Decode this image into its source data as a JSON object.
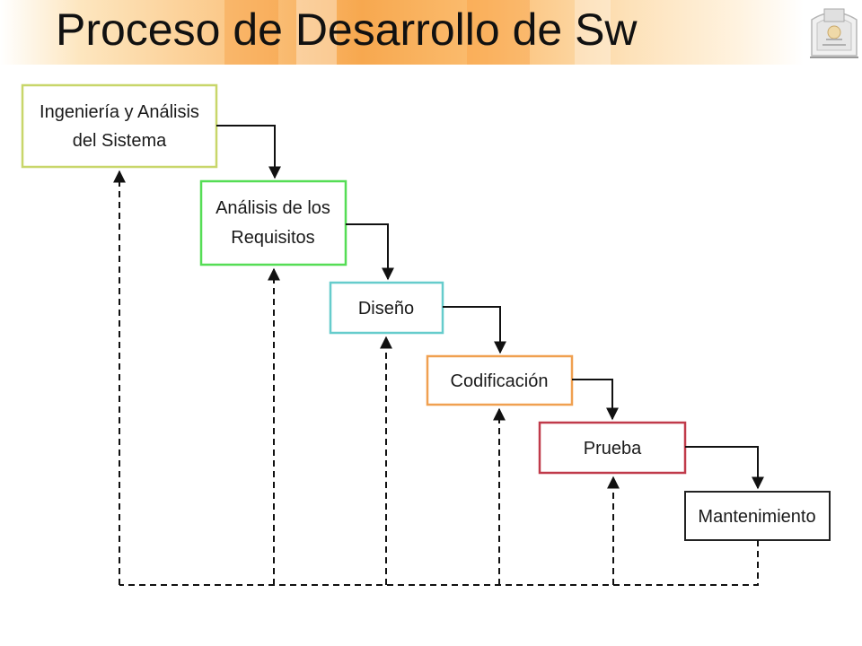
{
  "title": "Proceso de Desarrollo de Sw",
  "colors": {
    "accent_orange": "#f7a84f",
    "box_border_1": "#c8d66a",
    "box_border_2": "#55dd55",
    "box_border_3": "#66cccc",
    "box_border_4": "#f0a050",
    "box_border_5": "#c03a4a",
    "box_border_6": "#222222"
  },
  "stages": [
    {
      "id": "ingenieria",
      "lines": [
        "Ingeniería y Análisis",
        "del Sistema"
      ]
    },
    {
      "id": "analisis",
      "lines": [
        "Análisis de los",
        "Requisitos"
      ]
    },
    {
      "id": "diseno",
      "lines": [
        "Diseño"
      ]
    },
    {
      "id": "codificacion",
      "lines": [
        "Codificación"
      ]
    },
    {
      "id": "prueba",
      "lines": [
        "Prueba"
      ]
    },
    {
      "id": "mantenimiento",
      "lines": [
        "Mantenimiento"
      ]
    }
  ]
}
